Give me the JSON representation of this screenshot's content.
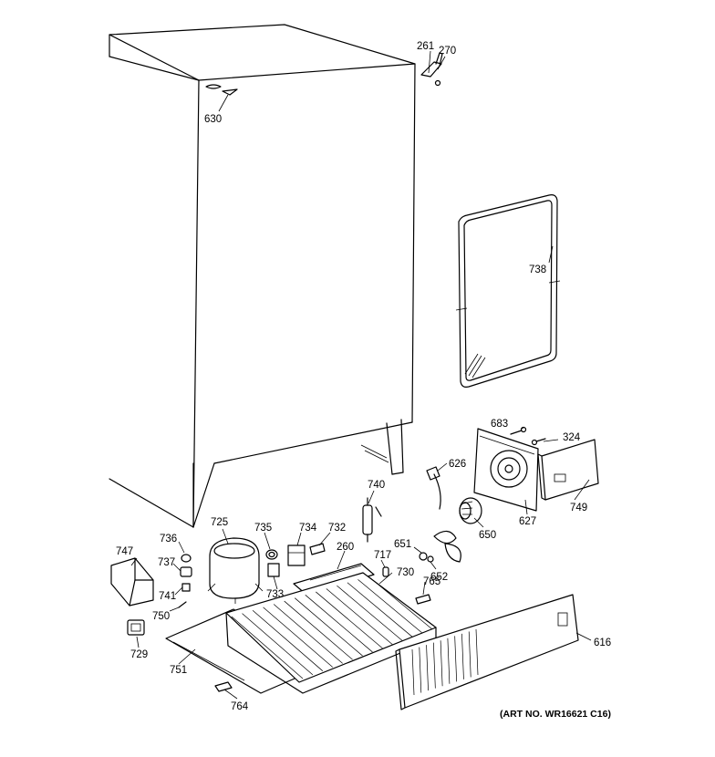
{
  "diagram": {
    "art_number": "(ART NO. WR16621 C16)",
    "part_labels": {
      "p261": "261",
      "p270": "270",
      "p630": "630",
      "p738": "738",
      "p683": "683",
      "p324": "324",
      "p626": "626",
      "p740": "740",
      "p749": "749",
      "p627": "627",
      "p650": "650",
      "p725": "725",
      "p735": "735",
      "p734": "734",
      "p732": "732",
      "p736": "736",
      "p747": "747",
      "p737": "737",
      "p260": "260",
      "p717": "717",
      "p651": "651",
      "p730": "730",
      "p652": "652",
      "p765": "765",
      "p741": "741",
      "p733": "733",
      "p750": "750",
      "p729": "729",
      "p751": "751",
      "p616": "616",
      "p764": "764"
    }
  }
}
